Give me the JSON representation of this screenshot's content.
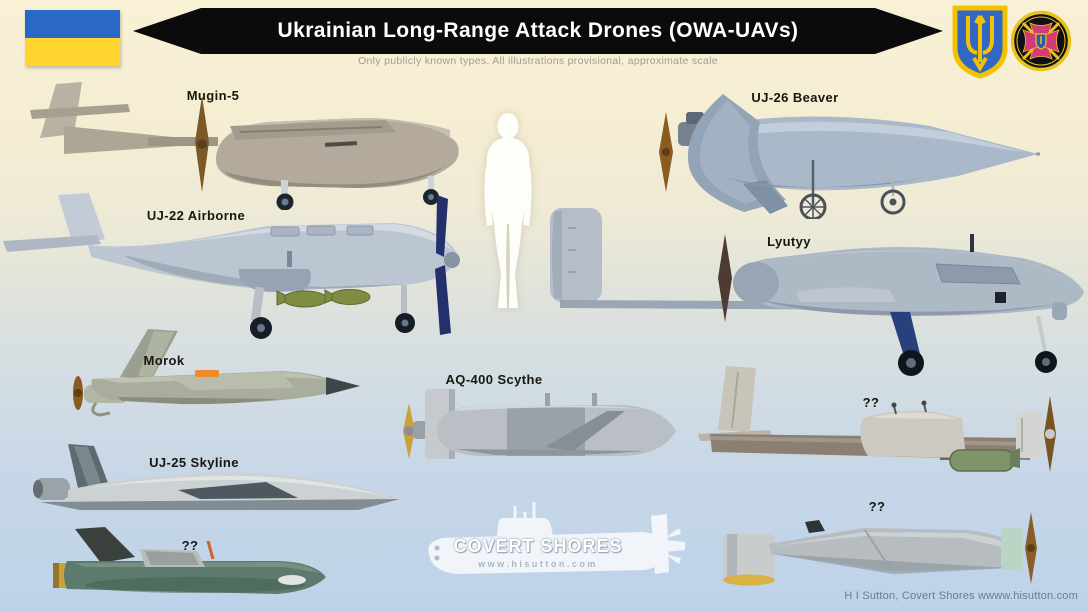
{
  "header": {
    "title": "Ukrainian Long-Range Attack Drones (OWA-UAVs)",
    "subtitle": "Only publicly known types. All illustrations provisional, approximate scale"
  },
  "emblems": {
    "flag": "ukraine-flag",
    "shield": "ukraine-trident-coat-of-arms",
    "roundel": "ukraine-air-force-roundel"
  },
  "drones": [
    {
      "label": "Mugin-5"
    },
    {
      "label": "UJ-26 Beaver"
    },
    {
      "label": "UJ-22 Airborne"
    },
    {
      "label": "Lyutyy"
    },
    {
      "label": "Morok"
    },
    {
      "label": "AQ-400 Scythe"
    },
    {
      "label": "??"
    },
    {
      "label": "UJ-25 Skyline"
    },
    {
      "label": "??"
    },
    {
      "label": "??"
    }
  ],
  "scale_reference": "human-silhouette",
  "watermark": {
    "name": "COVERT SHORES",
    "url": "www.hisutton.com"
  },
  "credit": "H I Sutton, Covert Shores wwww.hisutton.com",
  "colors": {
    "banner": "#0b0b0b",
    "flag_blue": "#2a68c8",
    "flag_yellow": "#ffd42e",
    "trident_yellow": "#f2c200",
    "roundel_crimson": "#d23a78",
    "background_top": "#f9f1d6",
    "background_bottom": "#bdd2e9"
  }
}
